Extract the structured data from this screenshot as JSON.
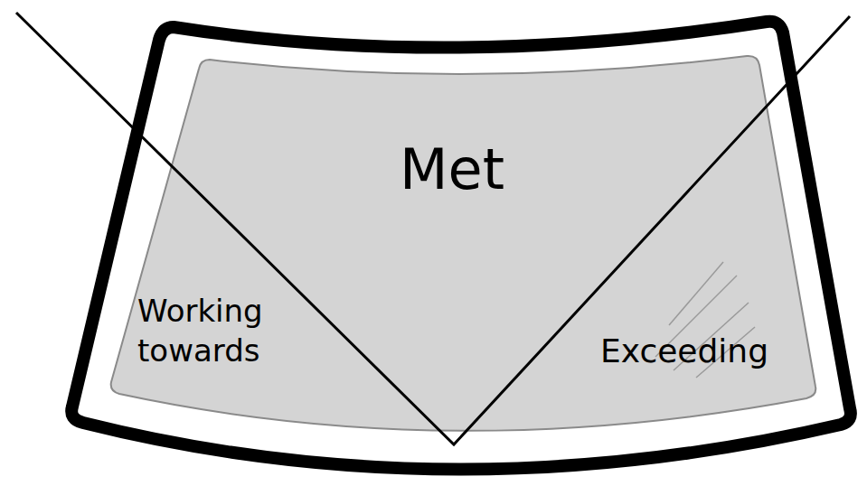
{
  "diagram": {
    "labels": [
      "Met",
      "Working towards",
      "Exceeding"
    ]
  }
}
